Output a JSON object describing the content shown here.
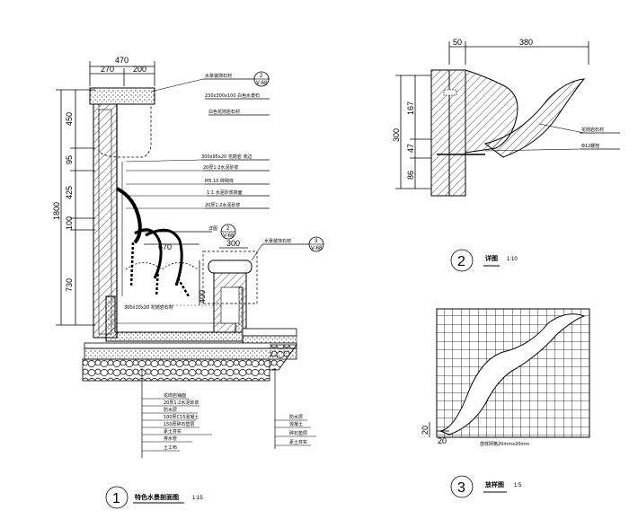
{
  "drawing1": {
    "dims_top": {
      "total": "470",
      "left": "270",
      "right": "200"
    },
    "dims_left": {
      "overall": "1800",
      "d1": "450",
      "d2": "95",
      "d3": "425",
      "d4": "100",
      "d5": "730"
    },
    "dim_mid": "670",
    "dim_right": "300",
    "dim_bowl": "400",
    "leader_notes": [
      "水景装饰石材",
      "230x300x100 白色水景石",
      "白色花岗岩石材",
      "300x95x20 花岗岩 收边",
      "20厚1:2水泥砂浆",
      "M5.10 砖砌体",
      "1:1 水泥砂浆抹面",
      "20厚1:2水泥砂浆"
    ],
    "callout_detail": {
      "num": "2",
      "sheet": "V-68",
      "text": "详图"
    },
    "callout_top": {
      "num": "2",
      "sheet": "V-68"
    },
    "callout_right": {
      "num": "3",
      "sheet": "V-68",
      "text": "水景装饰石材"
    },
    "bowl_label": "300x10x20 花岗岩石材",
    "bottom_notes_left": [
      "花岗岩铺面",
      "20厚1:2水泥砂浆",
      "防水层",
      "100厚C15混凝土",
      "150厚碎石垫层",
      "素土夯实",
      "排水管",
      "土工布"
    ],
    "bottom_notes_right": [
      "防水层",
      "混凝土",
      "碎石垫层",
      "素土夯实"
    ],
    "title": "特色水景剖面图",
    "scale": "1:15",
    "number": "1"
  },
  "drawing2": {
    "dims_top": {
      "a": "50",
      "b": "380"
    },
    "dims_left": {
      "overall": "300",
      "a": "167",
      "b": "47",
      "c": "86"
    },
    "notes": [
      "花岗岩石材",
      "Φ12螺栓"
    ],
    "title": "详图",
    "scale": "1:10",
    "number": "2"
  },
  "drawing3": {
    "dim_a": "20",
    "dim_b": "20",
    "grid_note": "放样网格20mmx20mm",
    "title": "放样图",
    "scale": "1:5",
    "number": "3"
  }
}
